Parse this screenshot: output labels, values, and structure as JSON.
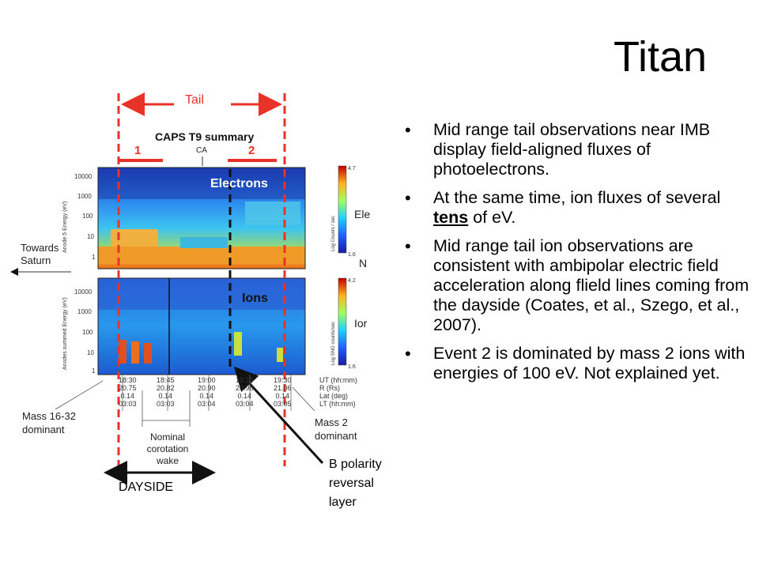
{
  "title": "Titan",
  "bullets": [
    {
      "text": "Mid range tail observations near IMB display field-aligned fluxes of photoelectrons."
    },
    {
      "before": "At the same time, ion fluxes of several ",
      "em": "tens",
      "after": " of eV."
    },
    {
      "text": "Mid range tail ion observations are consistent with ambipolar electric field acceleration along flield lines coming from the dayside (Coates, et al., Szego, et al., 2007)."
    },
    {
      "text": "Event 2 is dominated by mass 2 ions with energies of 100 eV. Not explained yet."
    }
  ],
  "figure": {
    "summary_title": "CAPS T9 summary",
    "ca_label": "CA",
    "tail_label": "Tail",
    "event1": "1",
    "event2": "2",
    "electrons_label": "Electrons",
    "ions_label": "Ions",
    "towards_saturn": [
      "Towards",
      "Saturn"
    ],
    "mass_16_32": [
      "Mass 16-32",
      "dominant"
    ],
    "mass_2": [
      "Mass 2",
      "dominant"
    ],
    "nominal_wake": [
      "Nominal",
      "corotation",
      "wake"
    ],
    "dayside": "DAYSIDE",
    "b_polarity": [
      "B polarity",
      "reversal",
      "layer"
    ],
    "colorbar_top_electrons": "4.7",
    "colorbar_bottom_electrons": "1.6",
    "colorbar_top_ions": "4.2",
    "colorbar_bottom_ions": "1.6",
    "panel_side_electrons": "Ele",
    "panel_side_n": "N",
    "panel_side_ions": "Ior",
    "cb_label_electrons": "Log Counts / sec",
    "cb_label_ions": "Log SNG counts/sec",
    "y_ticks": [
      "10000",
      "1000",
      "100",
      "10",
      "1"
    ],
    "y_axis_electrons": "Anode 5 Energy (eV)",
    "y_axis_ions": "Anodes summed Energy (eV)",
    "time_rows_labels": [
      "UT (hh:mm)",
      "R (Rs)",
      "Lat (deg)",
      "LT (hh:mm)"
    ],
    "time_columns": [
      [
        "18:30",
        "20.75",
        "0.14",
        "03:03"
      ],
      [
        "18:45",
        "20.82",
        "0.14",
        "03:03"
      ],
      [
        "19:00",
        "20.90",
        "0.14",
        "03:04"
      ],
      [
        "19:15",
        "20.98",
        "0.14",
        "03:04"
      ],
      [
        "19:30",
        "21.06",
        "0.14",
        "03:05"
      ]
    ],
    "colors": {
      "accent_red": "#e8322a",
      "arrow_black": "#111111",
      "label_blue": "#ffffff"
    }
  }
}
